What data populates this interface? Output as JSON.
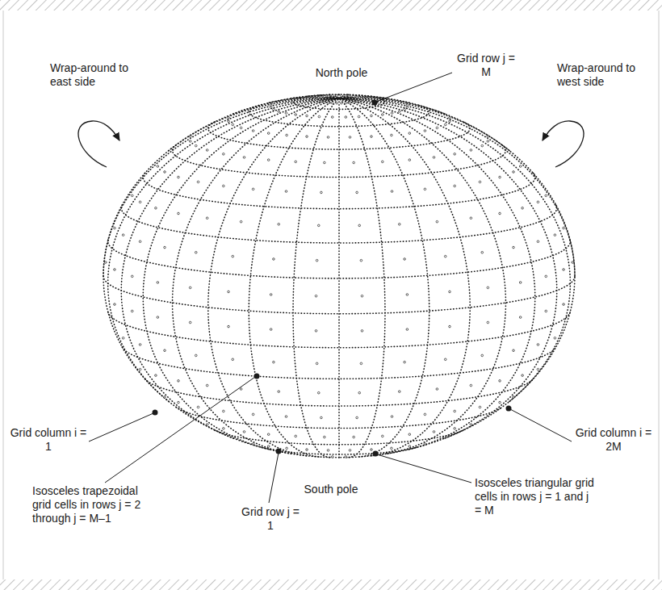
{
  "diagram": {
    "labels": [
      "Wrap-around to east side",
      "North pole",
      "Grid row j = M",
      "Wrap-around to west side",
      "Grid column i = 1",
      "Grid column i = 2M",
      "Isosceles trapezoidal grid cells in rows j = 2 through j = M–1",
      "Grid row j = 1",
      "South pole",
      "Isosceles triangular grid cells in rows j = 1 and j = M"
    ]
  }
}
